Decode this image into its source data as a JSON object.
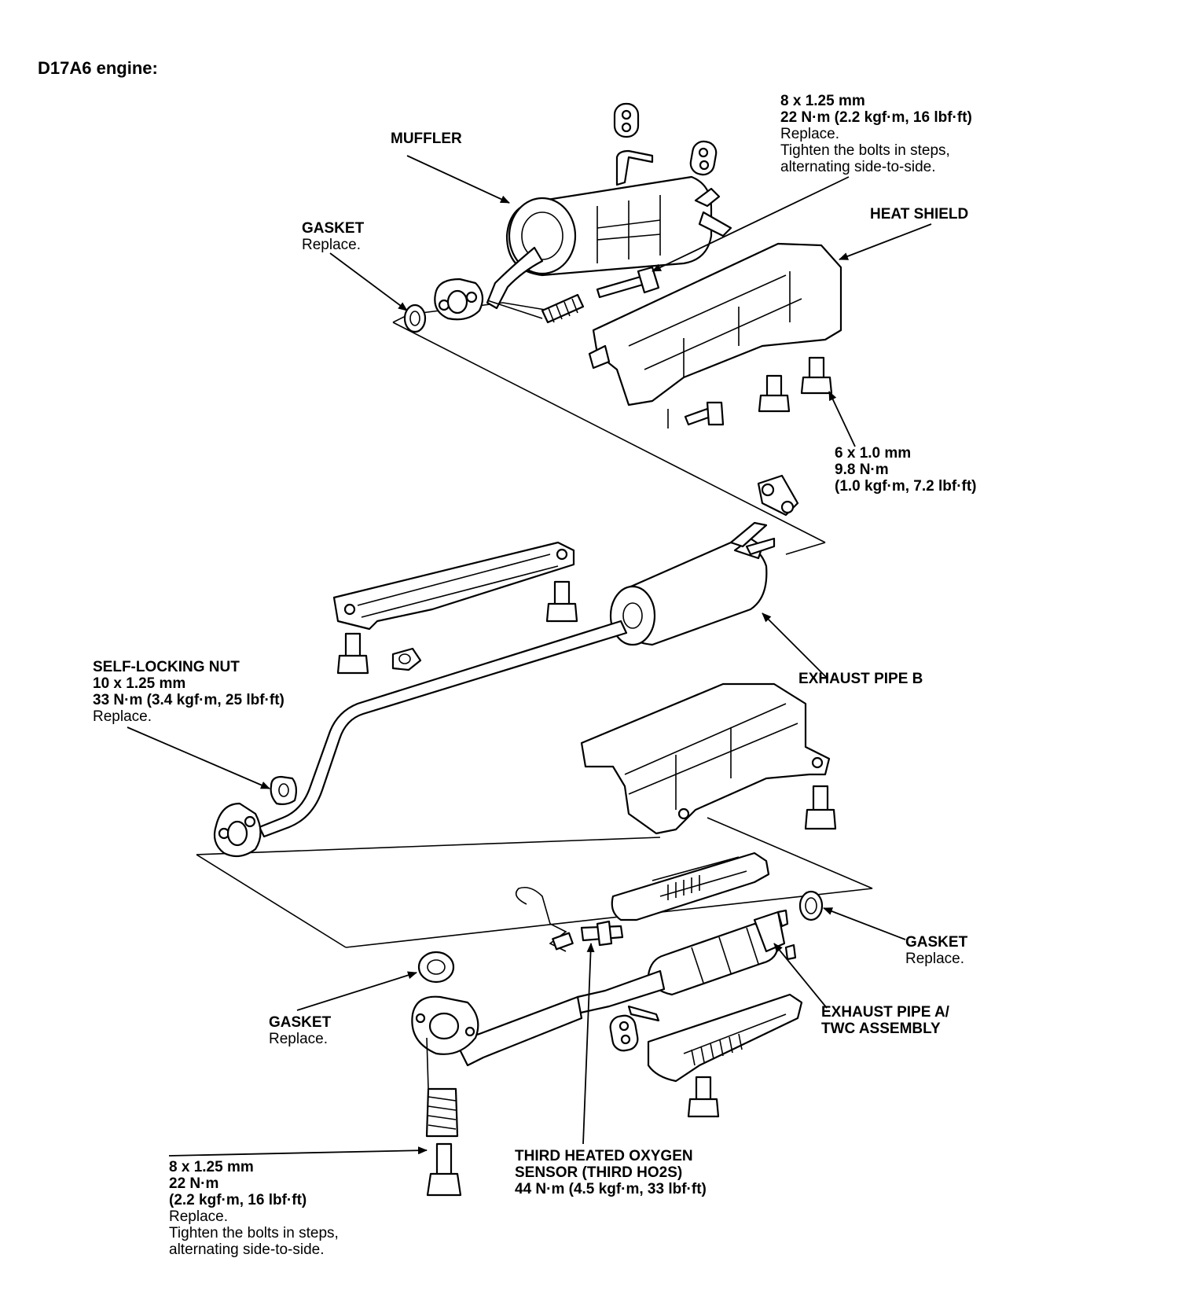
{
  "title": "D17A6 engine:",
  "labels": {
    "muffler": {
      "name": "MUFFLER"
    },
    "top_bolt": {
      "size": "8 x 1.25 mm",
      "torque": "22 N·m (2.2 kgf·m, 16 lbf·ft)",
      "note1": "Replace.",
      "note2": "Tighten the bolts in steps,",
      "note3": "alternating side-to-side."
    },
    "gasket_top": {
      "name": "GASKET",
      "note": "Replace."
    },
    "heat_shield": {
      "name": "HEAT SHIELD"
    },
    "small_bolt": {
      "size": "6 x 1.0 mm",
      "torque1": "9.8 N·m",
      "torque2": "(1.0 kgf·m, 7.2 lbf·ft)"
    },
    "self_locking_nut": {
      "name": "SELF-LOCKING NUT",
      "size": "10 x 1.25 mm",
      "torque": "33 N·m (3.4 kgf·m, 25 lbf·ft)",
      "note": "Replace."
    },
    "exhaust_pipe_b": {
      "name": "EXHAUST PIPE B"
    },
    "gasket_right": {
      "name": "GASKET",
      "note": "Replace."
    },
    "gasket_left": {
      "name": "GASKET",
      "note": "Replace."
    },
    "exhaust_pipe_a": {
      "line1": "EXHAUST PIPE A/",
      "line2": "TWC ASSEMBLY"
    },
    "oxygen_sensor": {
      "line1": "THIRD HEATED OXYGEN",
      "line2": "SENSOR (THIRD HO2S)",
      "torque": "44 N·m (4.5 kgf·m, 33 lbf·ft)"
    },
    "bottom_bolt": {
      "size": "8 x 1.25 mm",
      "torque1": "22 N·m",
      "torque2": "(2.2 kgf·m, 16 lbf·ft)",
      "note1": "Replace.",
      "note2": "Tighten the bolts in steps,",
      "note3": "alternating side-to-side."
    }
  }
}
